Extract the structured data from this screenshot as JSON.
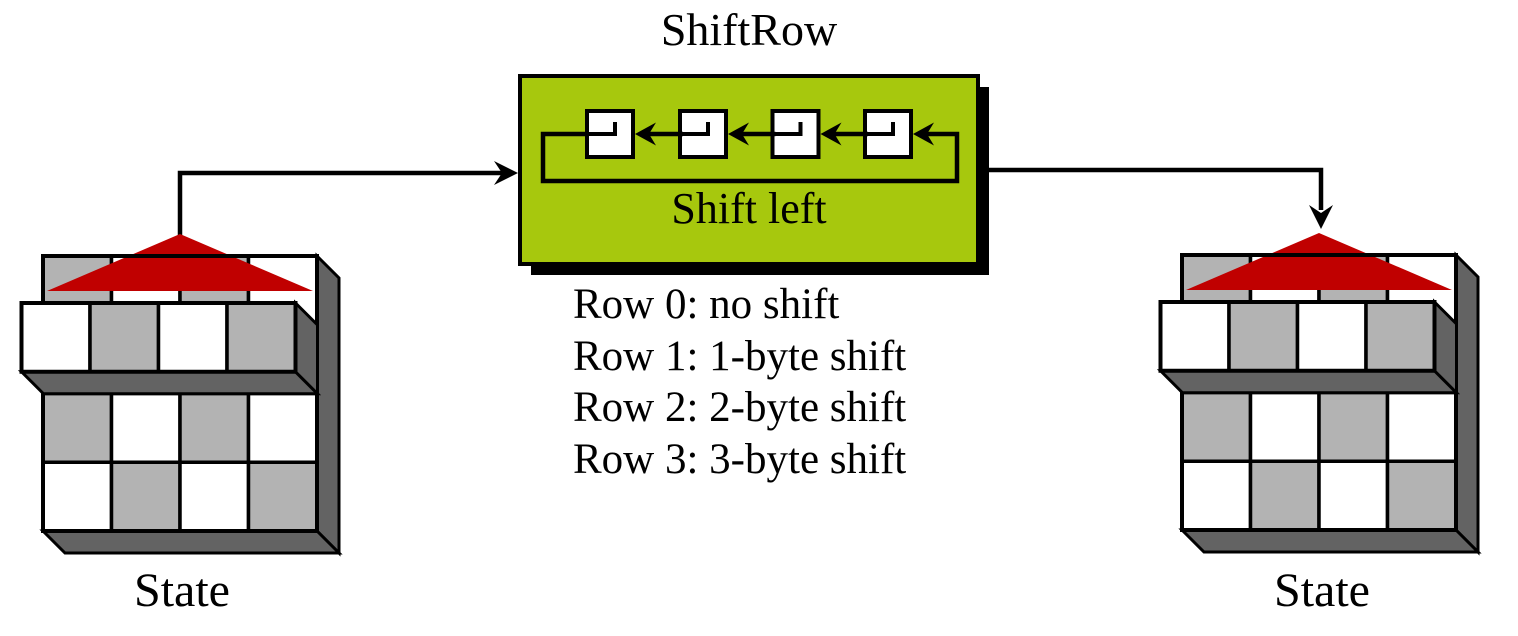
{
  "title": "ShiftRow",
  "shift_box": {
    "label": "Shift left",
    "register_cells": 4,
    "direction": "left"
  },
  "shift_rules": [
    "Row 0: no shift",
    "Row 1: 1-byte shift",
    "Row 2: 2-byte shift",
    "Row 3: 3-byte shift"
  ],
  "left_state": {
    "label": "State",
    "pulled_row": 1,
    "grid": [
      [
        "gray",
        "white",
        "gray",
        "white"
      ],
      [
        "white",
        "gray",
        "white",
        "gray"
      ],
      [
        "gray",
        "white",
        "gray",
        "white"
      ],
      [
        "white",
        "gray",
        "white",
        "gray"
      ]
    ]
  },
  "right_state": {
    "label": "State",
    "pulled_row": 1,
    "grid": [
      [
        "gray",
        "white",
        "gray",
        "white"
      ],
      [
        "white",
        "gray",
        "white",
        "gray"
      ],
      [
        "gray",
        "white",
        "gray",
        "white"
      ],
      [
        "white",
        "gray",
        "white",
        "gray"
      ]
    ]
  },
  "colors": {
    "box_green": "#A7C80D",
    "marker_red": "#C00000",
    "cell_gray": "#B3B3B3",
    "cell_white": "#FFFFFF",
    "depth_gray": "#636363",
    "line": "#000000",
    "background": "#FFFFFF"
  }
}
